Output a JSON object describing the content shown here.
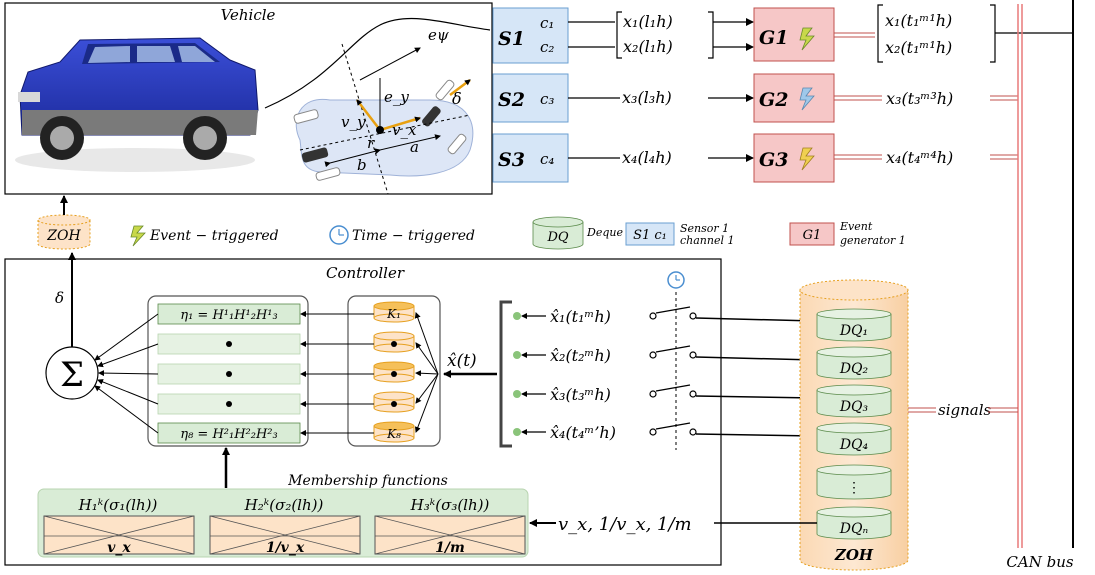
{
  "vehicle": {
    "title": "Vehicle",
    "labels": {
      "e_psi": "eψ",
      "e_y": "e_y",
      "delta": "δ",
      "v_y": "v_y",
      "v_x": "v_x",
      "r": "r",
      "a": "a",
      "b": "b"
    }
  },
  "sensors": [
    {
      "name": "S1",
      "channels": [
        "c₁",
        "c₂"
      ]
    },
    {
      "name": "S2",
      "channels": [
        "c₃"
      ]
    },
    {
      "name": "S3",
      "channels": [
        "c₄"
      ]
    }
  ],
  "sensor_signals": [
    [
      "x₁(l₁h)",
      "x₂(l₁h)"
    ],
    [
      "x₃(l₃h)"
    ],
    [
      "x₄(l₄h)"
    ]
  ],
  "generators": [
    "G1",
    "G2",
    "G3"
  ],
  "generator_outputs": [
    [
      "x₁(t₁ᵐ¹h)",
      "x₂(t₁ᵐ¹h)"
    ],
    [
      "x₃(t₃ᵐ³h)"
    ],
    [
      "x₄(t₄ᵐ⁴h)"
    ]
  ],
  "legend": {
    "zoh": "ZOH",
    "event": "Event − triggered",
    "time": "Time − triggered",
    "dq": "DQ",
    "deque": "Deque",
    "sensor_box": "S1 c₁",
    "sensor_line1": "Sensor 1",
    "sensor_line2": "channel 1",
    "gen_box": "G1",
    "gen_line1": "Event",
    "gen_line2": "generator 1"
  },
  "controller": {
    "title": "Controller",
    "delta": "δ",
    "sum": "Σ",
    "rule_first": "η₁ = H¹₁H¹₂H¹₃",
    "rule_last": "η₈ = H²₁H²₂H²₃",
    "gain_first": "K₁",
    "gain_last": "K₈",
    "xhat_t": "x̂(t)",
    "xhat": [
      "x̂₁(t₁ᵐh)",
      "x̂₂(t₂ᵐh)",
      "x̂₃(t₃ᵐh)",
      "x̂₄(t₄ᵐ’h)"
    ],
    "membership_title": "Membership functions",
    "membership": [
      {
        "top": "H₁ᵏ(σ₁(lh))",
        "bottom": "v_x"
      },
      {
        "top": "H₂ᵏ(σ₂(lh))",
        "bottom": "1/v_x"
      },
      {
        "top": "H₃ᵏ(σ₃(lh))",
        "bottom": "1/m"
      }
    ],
    "inputs": "v_x, 1/v_x, 1/m"
  },
  "deques": [
    "DQ₁",
    "DQ₂",
    "DQ₃",
    "DQ₄",
    "⋮",
    "DQₙ"
  ],
  "zoh_bottom": "ZOH",
  "signals": "signals",
  "can_bus": "CAN bus",
  "colors": {
    "sensor_fill": "#d6e6f7",
    "sensor_stroke": "#6a9fd2",
    "gen_fill": "#f6c7c7",
    "gen_stroke": "#c0504d",
    "green_fill": "#d9ecd6",
    "zoh_fill": "#fde3c8",
    "orange": "#e6a020",
    "can_red": "#e87a7a"
  }
}
